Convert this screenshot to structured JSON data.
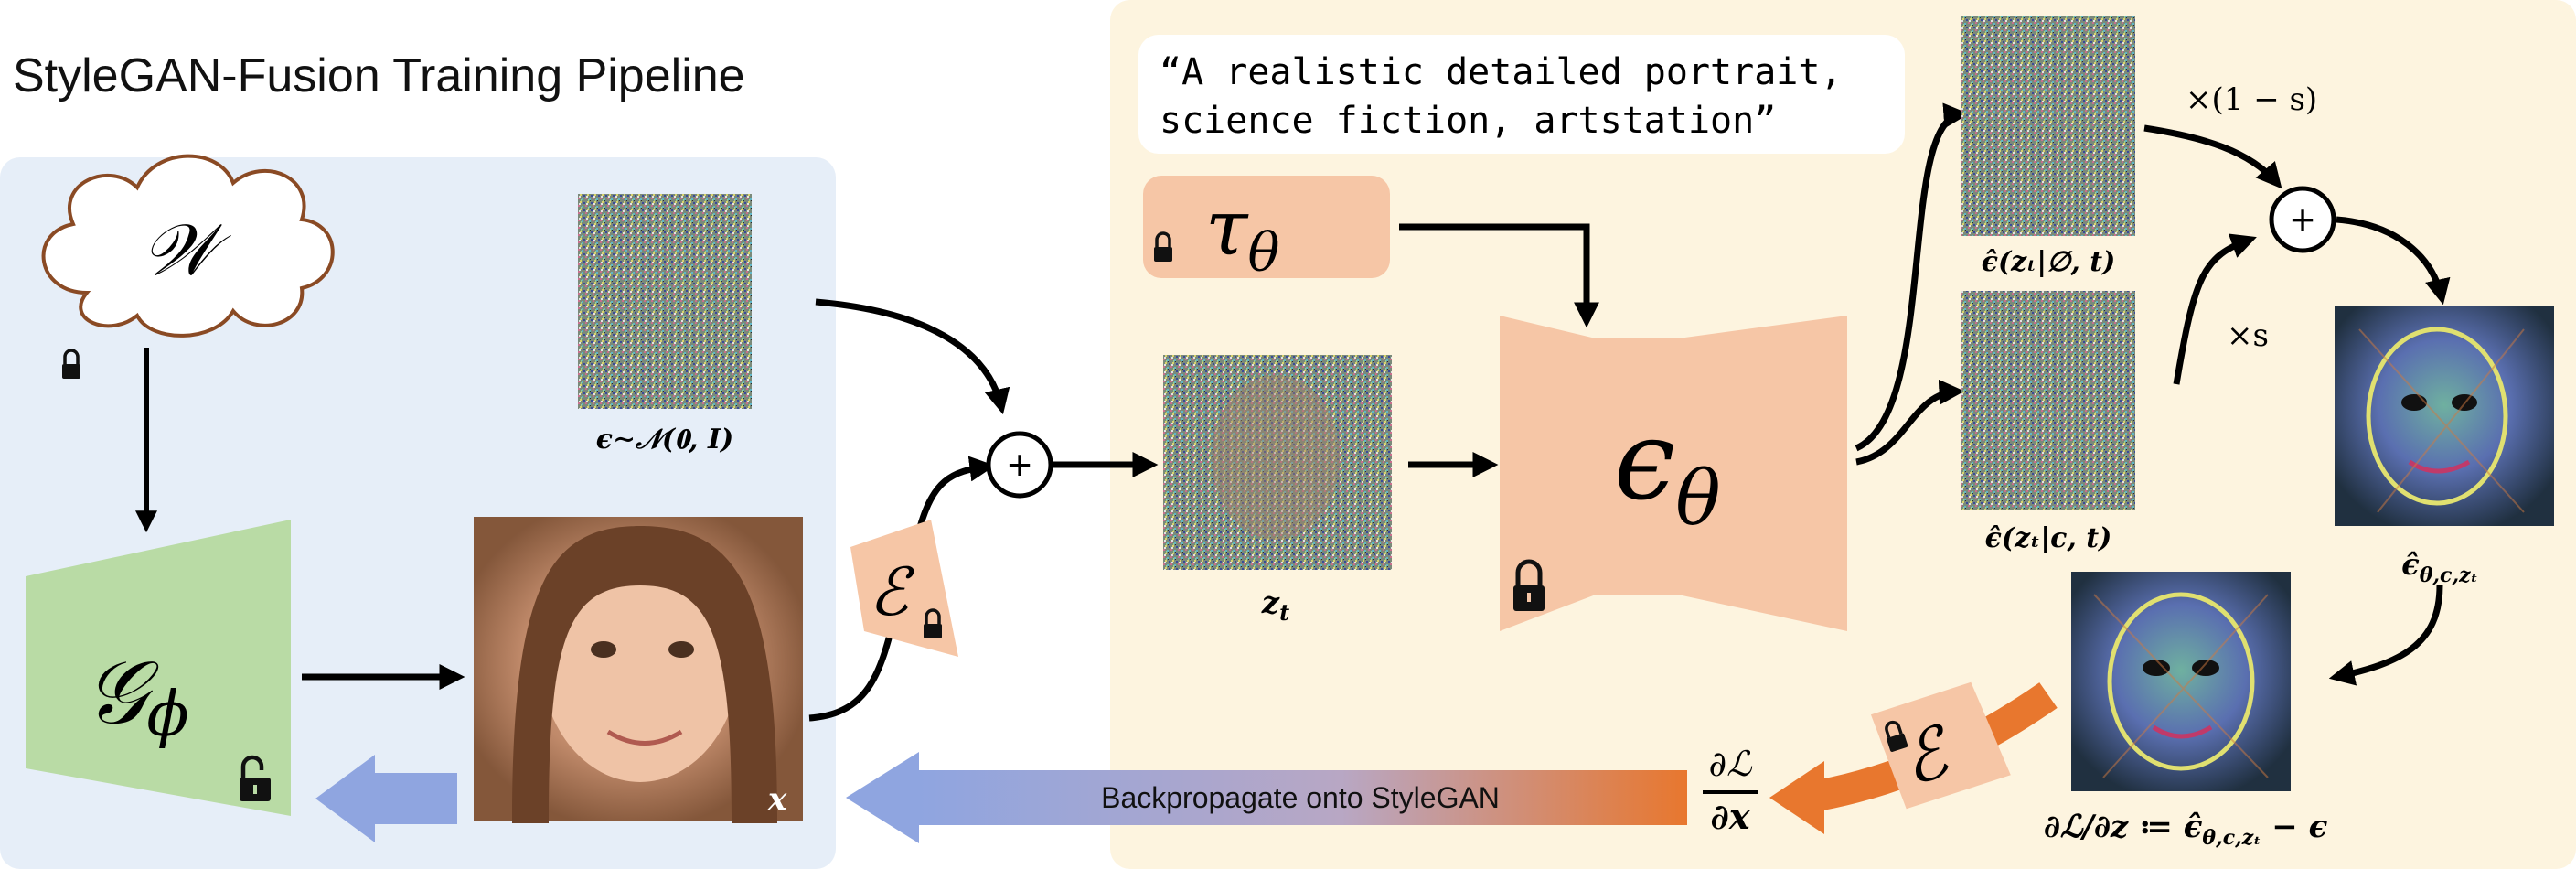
{
  "title": "StyleGAN-Fusion Training Pipeline",
  "prompt": {
    "line1": "“A realistic detailed portrait,",
    "line2": "science fiction, artstation”"
  },
  "symbols": {
    "w_space": "𝒲",
    "generator_main": "𝒢",
    "generator_sub": "ϕ",
    "encoder": "ℰ",
    "tau_main": "τ",
    "tau_sub": "θ",
    "unet_main": "ϵ",
    "unet_sub": "θ",
    "plus": "+",
    "x_label": "x"
  },
  "labels": {
    "noise": "ϵ∼𝒩(𝟎, 𝑰)",
    "zt": "z",
    "zt_sub": "t",
    "eps_uncond": "ϵ̂(zₜ|∅, t)",
    "eps_cond": "ϵ̂(zₜ|c, t)",
    "eps_guided": "ϵ̂",
    "eps_guided_sub": "θ,c,zₜ",
    "scale_1ms": "×(1 − s)",
    "scale_s": "×s",
    "grad_num": "∂ℒ",
    "grad_den": "∂x",
    "grad_def": "∂ℒ/∂z ≔ ϵ̂",
    "grad_def_sub": "θ,c,zₜ",
    "grad_def_tail": " − ϵ",
    "backprop": "Backpropagate onto StyleGAN"
  },
  "colors": {
    "left_panel": "#e6eef8",
    "right_panel": "#fdf4df",
    "generator_fill": "#b9dba5",
    "frozen_fill": "#f6c6a6",
    "cloud_stroke": "#8a4a24",
    "backprop_blue": "#8fa5e0",
    "backprop_orange": "#e8772e"
  },
  "icons": {
    "frozen": "lock-icon",
    "trainable": "unlock-icon"
  }
}
